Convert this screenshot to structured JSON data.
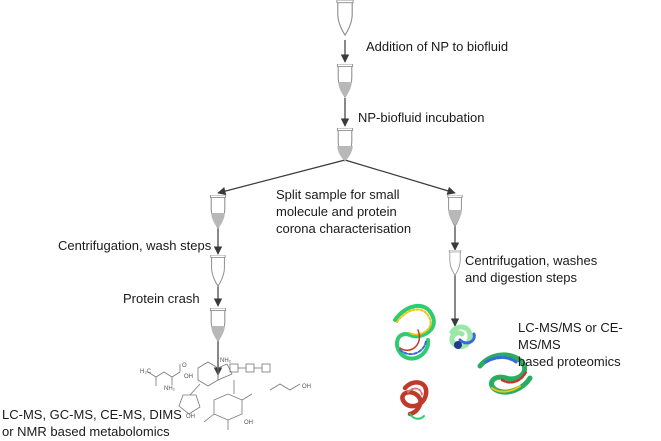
{
  "steps": {
    "addition": "Addition of NP to biofluid",
    "incubation": "NP-biofluid incubation",
    "split": "Split sample for small\nmolecule and protein\ncorona characterisation",
    "left_wash": "Centrifugation, wash steps",
    "protein_crash": "Protein crash",
    "right_wash": "Centrifugation, washes\nand digestion steps",
    "metabolomics": "LC-MS, GC-MS, CE-MS, DIMS\n or NMR based metabolomics",
    "proteomics": "LC-MS/MS or CE-MS/MS\nbased proteomics"
  },
  "colors": {
    "tube_fill": "#b8b8b8",
    "tube_outline": "#8a8a8a",
    "arrow": "#3a3a3a",
    "protein_palette": [
      "#c0392b",
      "#2ecc71",
      "#f1c40f",
      "#3a6ad9",
      "#27ae60"
    ]
  },
  "icons": {
    "tube": "microcentrifuge-tube-icon",
    "molecules": "chemical-structures-icon",
    "proteins": "protein-ribbon-structures-icon"
  }
}
